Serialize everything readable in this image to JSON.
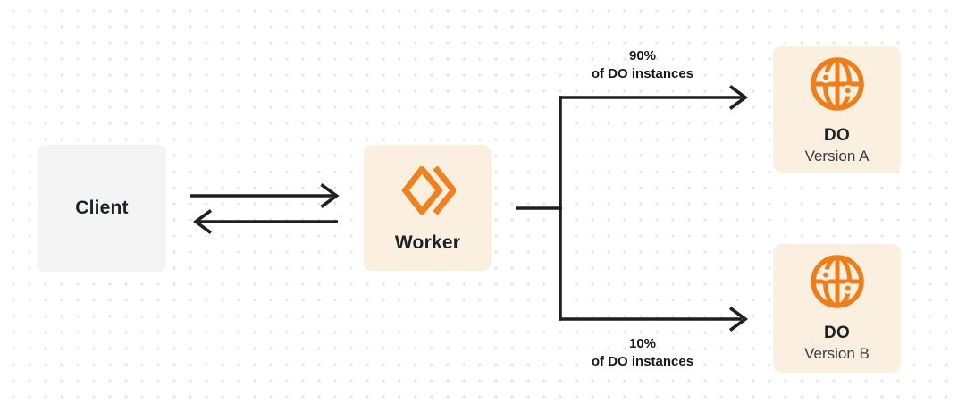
{
  "canvas": {
    "background_color": "#FFFFFF",
    "dot_grid_color": "#E6E6E6"
  },
  "nodes": {
    "client": {
      "label": "Client",
      "bg_color": "#F4F4F5"
    },
    "worker": {
      "label": "Worker",
      "icon": "cloudflare-workers-icon",
      "icon_color": "#F1801E",
      "bg_color": "#FBF0DF"
    },
    "do_version_a": {
      "title": "DO",
      "subtitle": "Version A",
      "icon": "durable-object-globe-icon",
      "icon_color": "#EE7D1C",
      "bg_color": "#FBF0DF"
    },
    "do_version_b": {
      "title": "DO",
      "subtitle": "Version B",
      "icon": "durable-object-globe-icon",
      "icon_color": "#EE7D1C",
      "bg_color": "#FBF0DF"
    }
  },
  "edges": {
    "line_color": "#1F1F1F",
    "client_worker": {
      "description": "bidirectional request/response arrows"
    },
    "split_top": {
      "line1": "90%",
      "line2": "of DO instances"
    },
    "split_bottom": {
      "line1": "10%",
      "line2": "of DO instances"
    }
  }
}
